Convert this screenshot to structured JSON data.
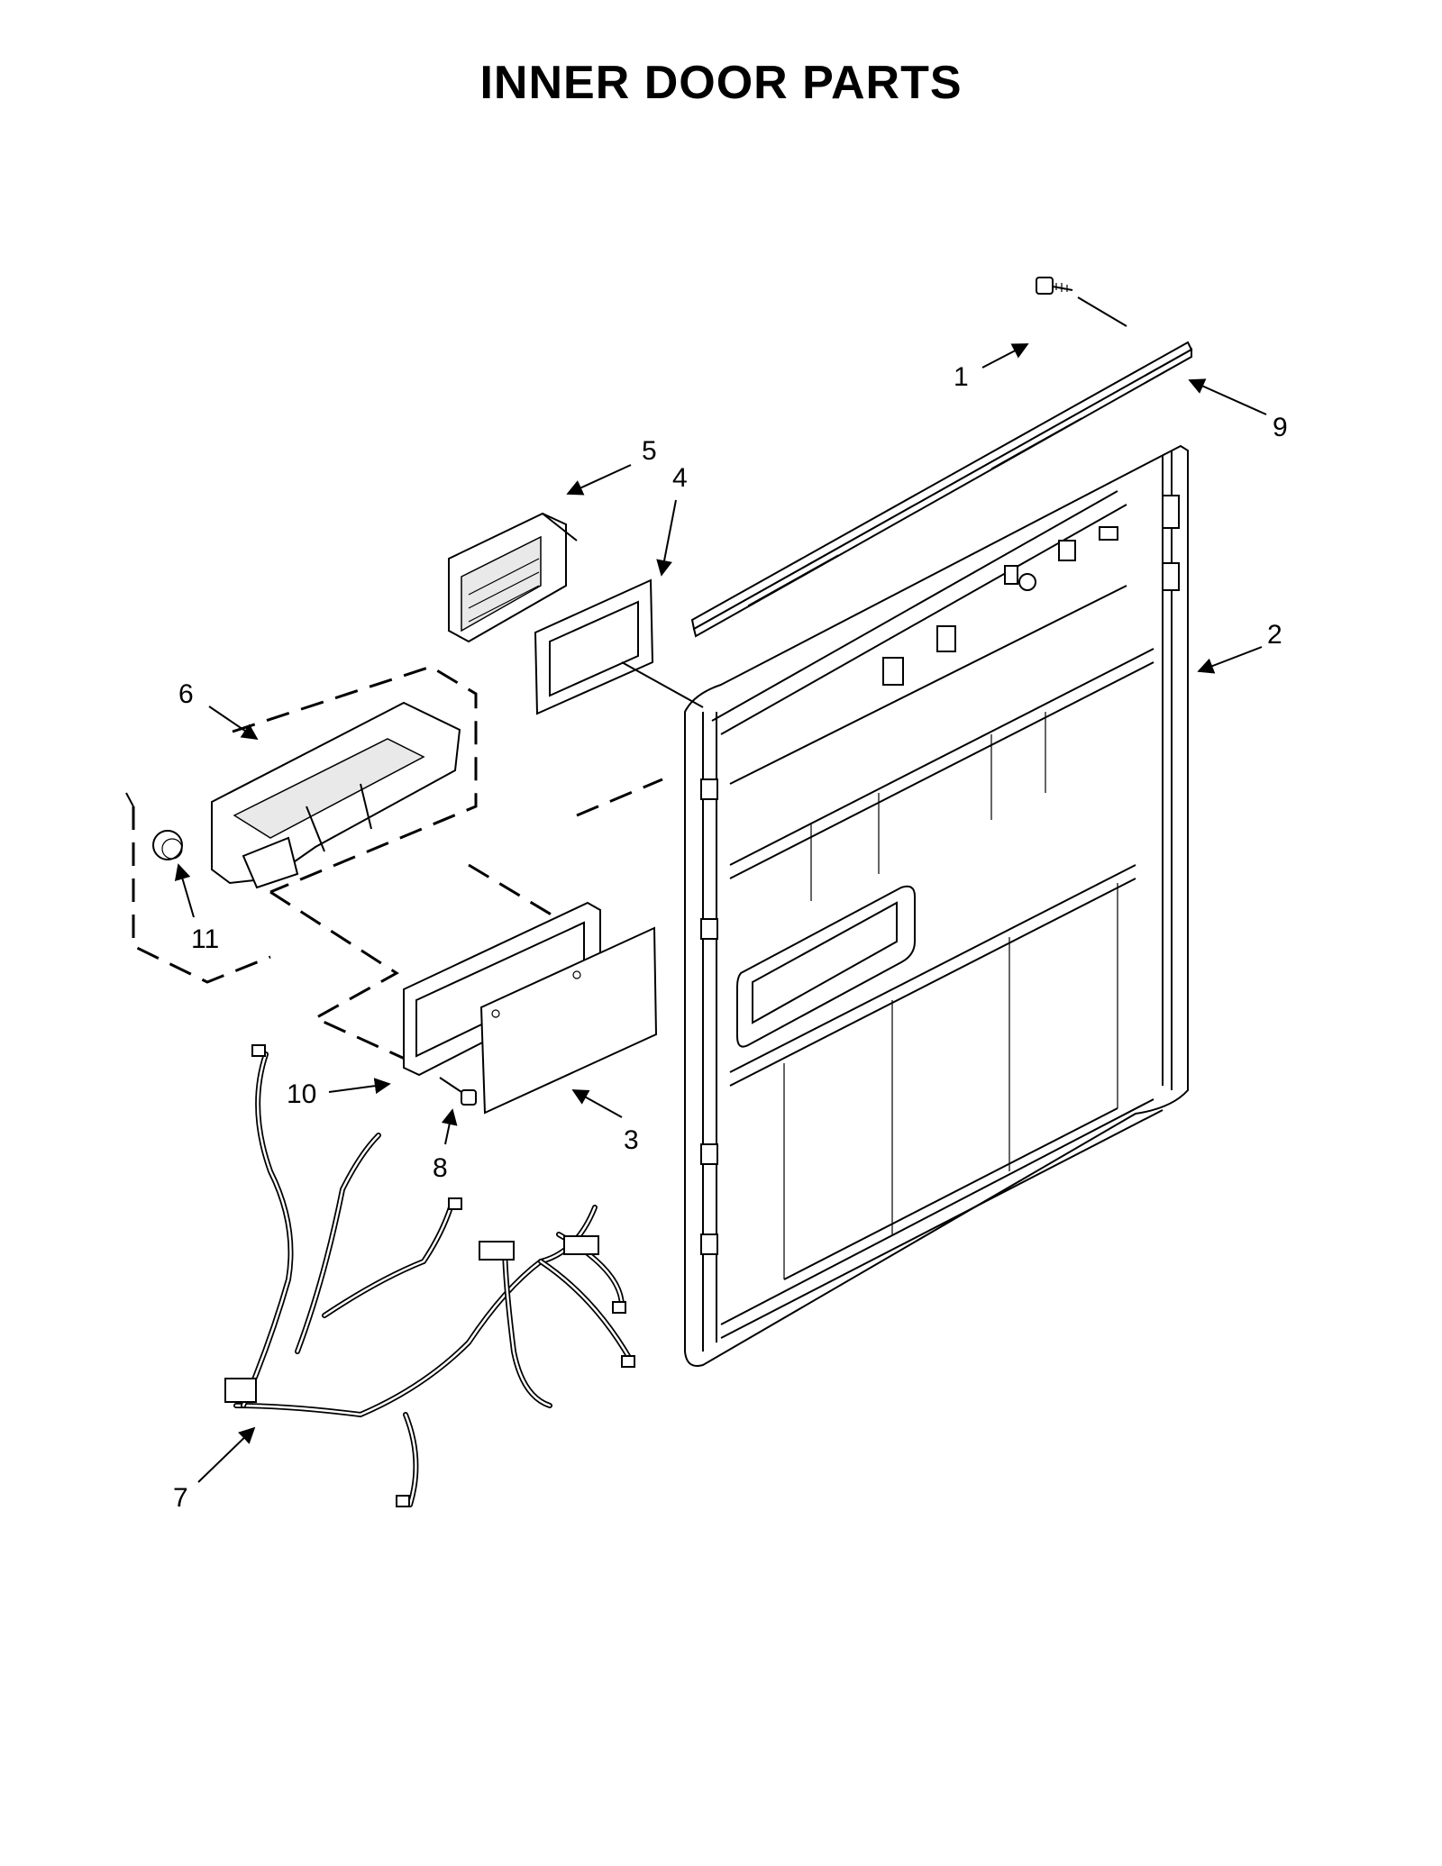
{
  "title": "INNER DOOR PARTS",
  "callouts": [
    {
      "id": "1",
      "label": "1"
    },
    {
      "id": "2",
      "label": "2"
    },
    {
      "id": "3",
      "label": "3"
    },
    {
      "id": "4",
      "label": "4"
    },
    {
      "id": "5",
      "label": "5"
    },
    {
      "id": "6",
      "label": "6"
    },
    {
      "id": "7",
      "label": "7"
    },
    {
      "id": "8",
      "label": "8"
    },
    {
      "id": "9",
      "label": "9"
    },
    {
      "id": "10",
      "label": "10"
    },
    {
      "id": "11",
      "label": "11"
    }
  ]
}
